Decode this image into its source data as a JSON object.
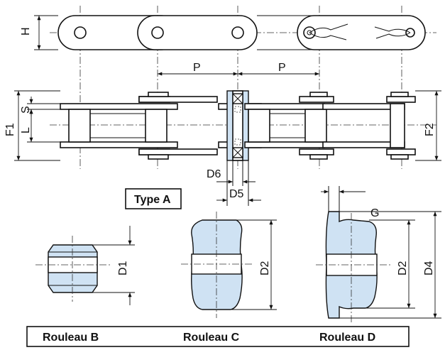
{
  "dimensions": {
    "H": "H",
    "P1": "P",
    "P2": "P",
    "S": "S",
    "L": "L",
    "F1": "F1",
    "F2": "F2",
    "D6": "D6",
    "D5": "D5",
    "D1": "D1",
    "D2c": "D2",
    "D2d": "D2",
    "D4": "D4",
    "G": "G"
  },
  "type_label": "Type A",
  "roller_labels": [
    "Rouleau B",
    "Rouleau C",
    "Rouleau D"
  ],
  "colors": {
    "roller_fill": "#cfe2f3",
    "line": "#111111"
  }
}
